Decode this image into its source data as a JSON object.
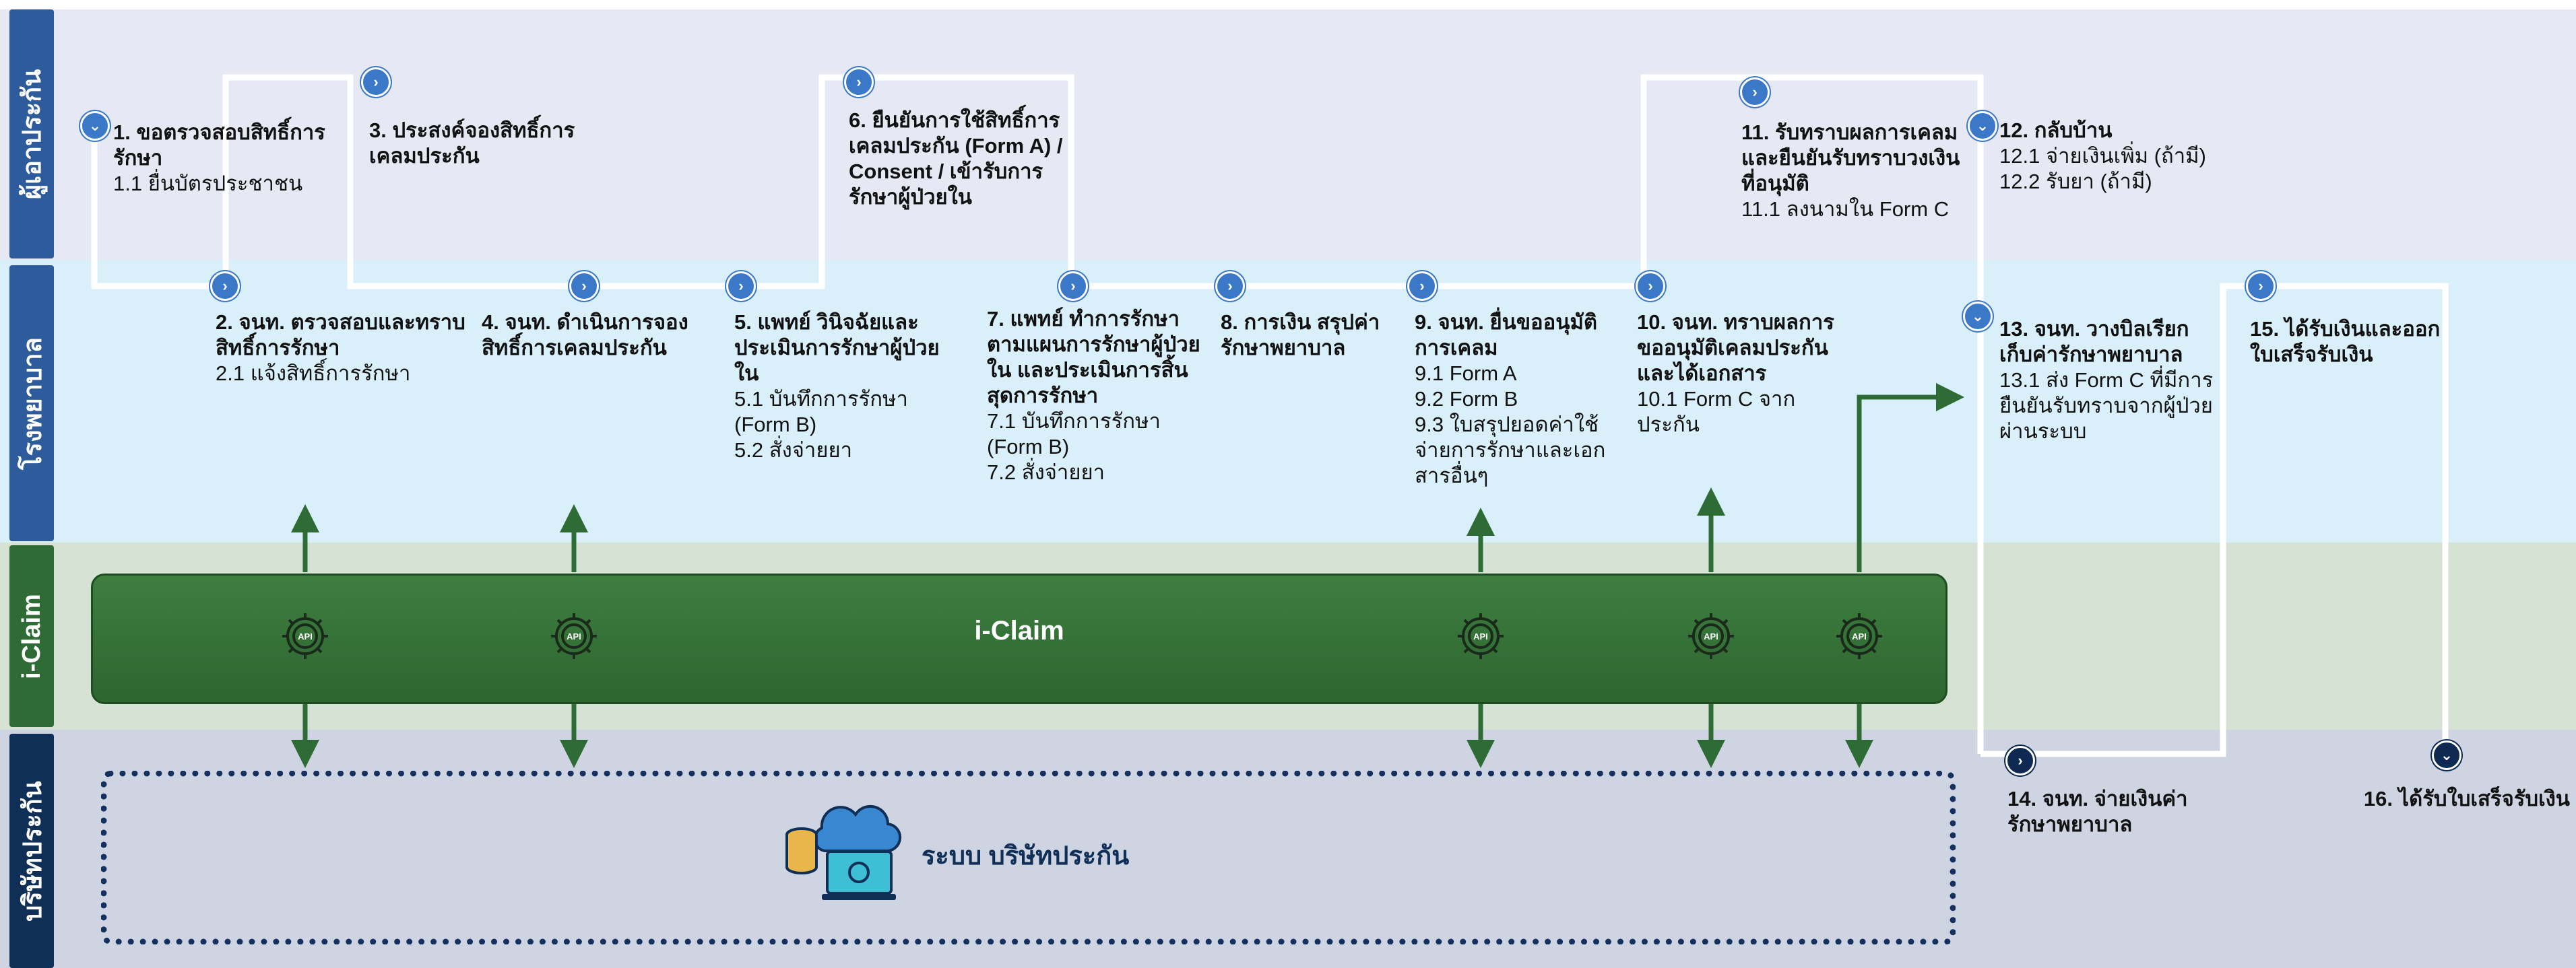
{
  "lanes": {
    "patient": "ผู้เอาประกัน",
    "hospital": "โรงพยาบาล",
    "iclaim": "i-Claim",
    "insurer": "บริษัทประกัน"
  },
  "iclaim_bar_label": "i-Claim",
  "insurer_system_label": "ระบบ บริษัทประกัน",
  "steps": {
    "s1": {
      "title": "1. ขอตรวจสอบสิทธิ์การรักษา",
      "sub": [
        "1.1 ยื่นบัตรประชาชน"
      ]
    },
    "s2": {
      "title": "2. จนท. ตรวจสอบและทราบสิทธิ์การรักษา",
      "sub": [
        "2.1 แจ้งสิทธิ์การรักษา"
      ]
    },
    "s3": {
      "title": "3. ประสงค์จองสิทธิ์การเคลมประกัน",
      "sub": []
    },
    "s4": {
      "title": "4. จนท. ดำเนินการจองสิทธิ์การเคลมประกัน",
      "sub": []
    },
    "s5": {
      "title": "5. แพทย์ วินิจฉัยและประเมินการรักษาผู้ป่วยใน",
      "sub": [
        "5.1 บันทึกการรักษา (Form B)",
        "5.2 สั่งจ่ายยา"
      ]
    },
    "s6": {
      "title": "6. ยืนยันการใช้สิทธิ์การเคลมประกัน (Form A) / Consent / เข้ารับการรักษาผู้ป่วยใน",
      "sub": []
    },
    "s7": {
      "title": "7. แพทย์ ทำการรักษาตามแผนการรักษาผู้ป่วยใน และประเมินการสิ้นสุดการรักษา",
      "sub": [
        "7.1 บันทึกการรักษา (Form B)",
        "7.2 สั่งจ่ายยา"
      ]
    },
    "s8": {
      "title": "8. การเงิน สรุปค่ารักษาพยาบาล",
      "sub": []
    },
    "s9": {
      "title": "9. จนท. ยื่นขออนุมัติการเคลม",
      "sub": [
        "9.1 Form A",
        "9.2 Form B",
        "9.3 ใบสรุปยอดค่าใช้จ่ายการรักษาและเอกสารอื่นๆ"
      ]
    },
    "s10": {
      "title": "10. จนท. ทราบผลการขออนุมัติเคลมประกันและได้เอกสาร",
      "sub": [
        "10.1 Form C จากประกัน"
      ]
    },
    "s11": {
      "title": "11. รับทราบผลการเคลมและยืนยันรับทราบวงเงินที่อนุมัติ",
      "sub": [
        "11.1 ลงนามใน Form C"
      ]
    },
    "s12": {
      "title": "12. กลับบ้าน",
      "sub": [
        "12.1 จ่ายเงินเพิ่ม (ถ้ามี)",
        "12.2 รับยา (ถ้ามี)"
      ]
    },
    "s13": {
      "title": "13. จนท. วางบิลเรียกเก็บค่ารักษาพยาบาล",
      "sub": [
        "13.1 ส่ง Form C ที่มีการยืนยันรับทราบจากผู้ป่วยผ่านระบบ"
      ]
    },
    "s14": {
      "title": "14. จนท. จ่ายเงินค่ารักษาพยาบาล",
      "sub": []
    },
    "s15": {
      "title": "15. ได้รับเงินและออกใบเสร็จรับเงิน",
      "sub": []
    },
    "s16": {
      "title": "16. ได้รับใบเสร็จรับเงิน",
      "sub": []
    }
  },
  "api_badge": "API",
  "colors": {
    "lane_patient_bg": "#e6e9f4",
    "lane_hospital_bg": "#d9f0fa",
    "lane_iclaim_bg": "#d6e3d4",
    "lane_insurer_bg": "#cfd4e2",
    "lane_label_blue": "#2d5b9c",
    "iclaim_green": "#2f6b34",
    "flow_line": "#ffffff",
    "marker_blue": "#3b78c7",
    "marker_dark": "#0e2a52"
  },
  "icons": [
    "chevron-marker-icon",
    "api-gear-icon",
    "cloud-database-icon",
    "arrow-icon"
  ]
}
